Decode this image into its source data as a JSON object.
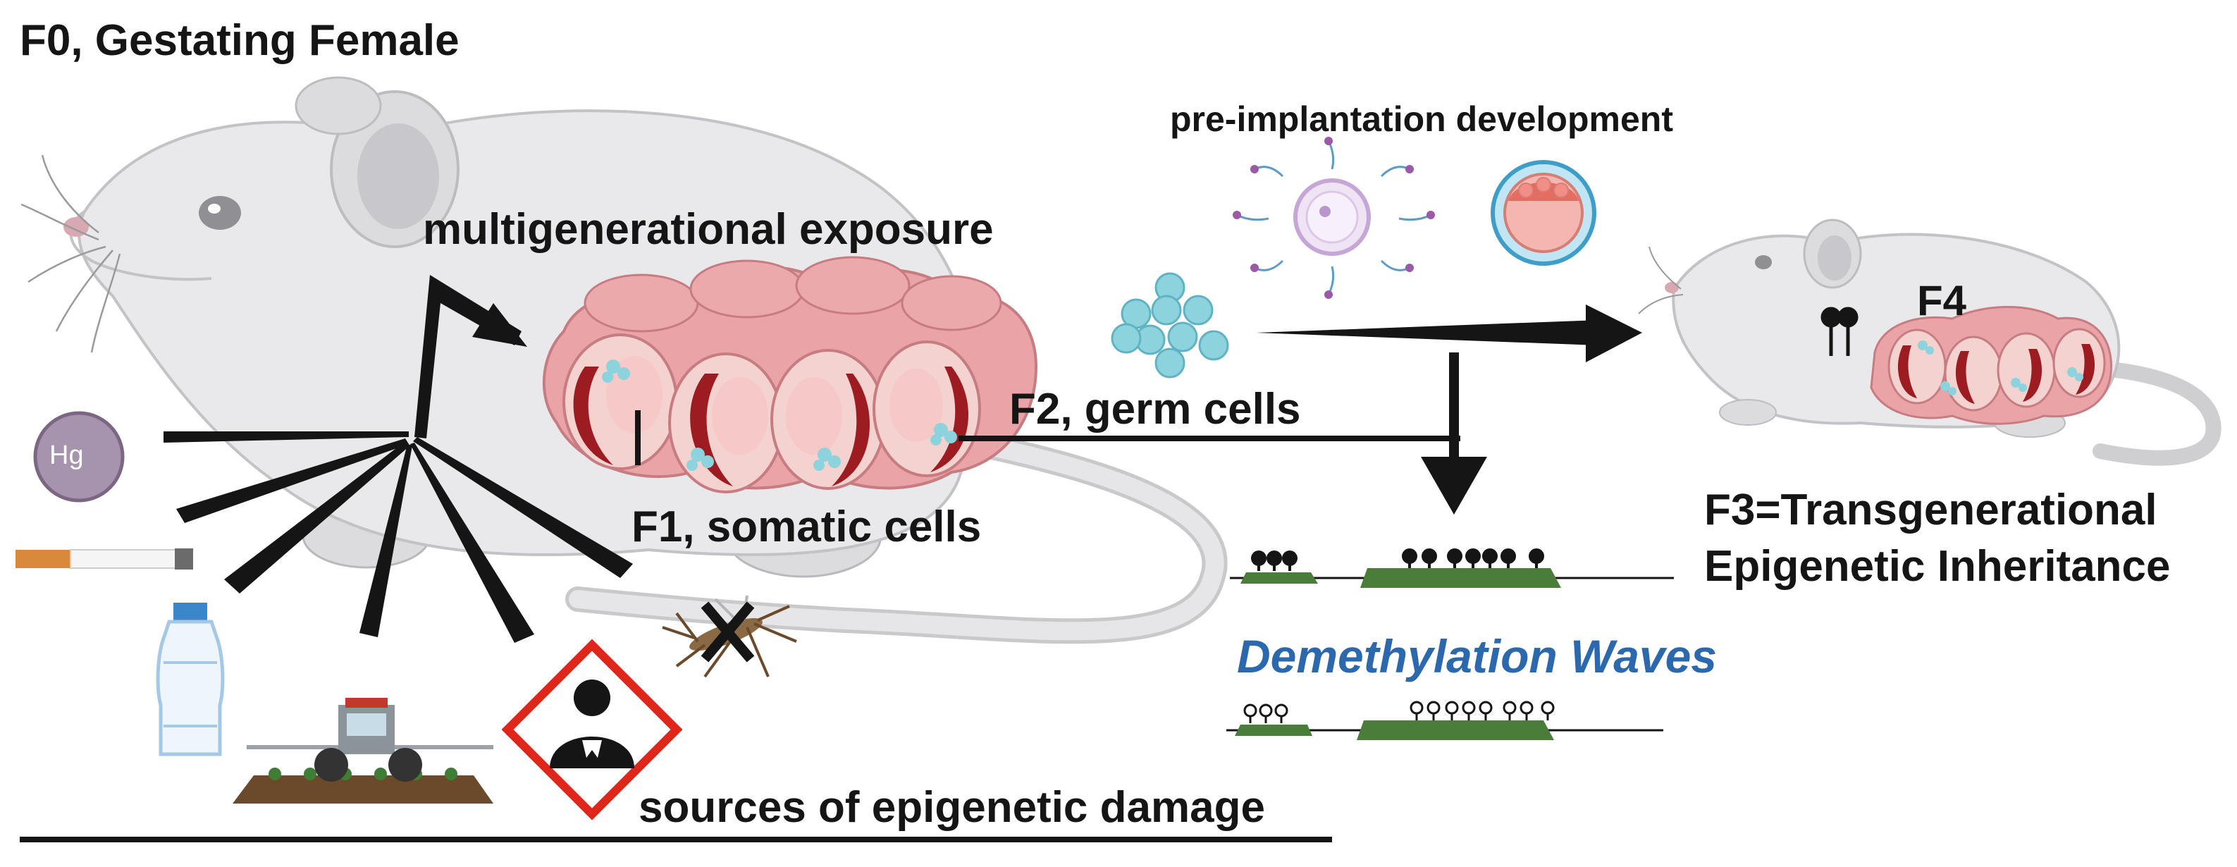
{
  "labels": {
    "f0": "F0, Gestating Female",
    "multigenerational": "multigenerational exposure",
    "preimplantation": "pre-implantation development",
    "f2": "F2, germ cells",
    "f1": "F1, somatic cells",
    "f4": "F4",
    "f3_line1": "F3=Transgenerational",
    "f3_line2": "Epigenetic Inheritance",
    "demethylation": "Demethylation Waves",
    "sources": "sources of epigenetic damage",
    "hg": "Hg"
  },
  "icons": [
    "mouse-icon",
    "uterus-embryos-icon",
    "mercury-icon",
    "cigarette-icon",
    "plastic-bottle-icon",
    "tractor-sprayer-icon",
    "health-hazard-icon",
    "mosquito-icon",
    "fertilization-icon",
    "blastocyst-icon",
    "germ-cell-cluster-icon",
    "small-mouse-icon",
    "methylation-pin-icon"
  ],
  "colors": {
    "text": "#151515",
    "demethylation_text": "#2b68ae",
    "mouse_body": "#e9e9eb",
    "uterus": "#e9a3a6",
    "embryo_sac": "#9c1c22",
    "cells": "#8dd3de",
    "dna_green": "#4a7d3a"
  }
}
